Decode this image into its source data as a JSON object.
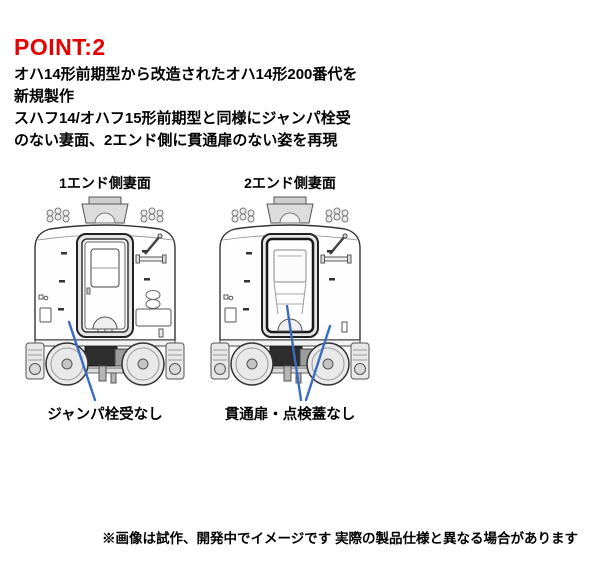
{
  "colors": {
    "heading": "#e60000",
    "annotation": "#3b6cc0",
    "ink": "#333333",
    "background": "#ffffff"
  },
  "header": {
    "title": "POINT:2"
  },
  "description": {
    "lines": [
      "オハ14形前期型から改造されたオハ14形200番代を",
      "新規製作",
      "スハフ14/オハフ15形前期型と同様にジャンパ栓受",
      "のない妻面、2エンド側に貫通扉のない姿を再現"
    ]
  },
  "figures": [
    {
      "title": "1エンド側妻面",
      "caption": "ジャンパ栓受なし"
    },
    {
      "title": "2エンド側妻面",
      "caption": "貫通扉・点検蓋なし"
    }
  ],
  "footer": {
    "note": "※画像は試作、開発中でイメージです 実際の製品仕様と異なる場合があります"
  }
}
